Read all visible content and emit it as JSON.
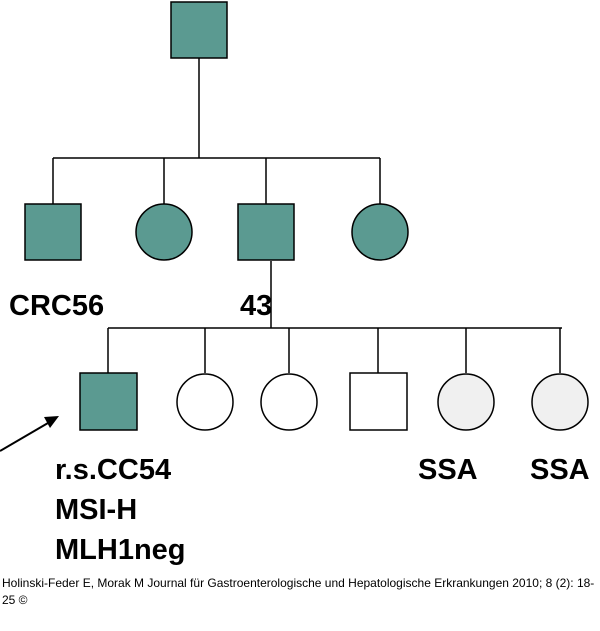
{
  "colors": {
    "affected": "#5b9a91",
    "unaffected": "#ffffff",
    "serrated_adenoma": "#f0f0f0",
    "line": "#000000"
  },
  "generations": {
    "g1": [
      {
        "id": "grandfather",
        "sex": "male",
        "status": "affected"
      }
    ],
    "g2": [
      {
        "id": "uncle",
        "sex": "male",
        "status": "affected"
      },
      {
        "id": "aunt-1",
        "sex": "female",
        "status": "affected"
      },
      {
        "id": "father",
        "sex": "male",
        "status": "affected"
      },
      {
        "id": "aunt-2",
        "sex": "female",
        "status": "affected"
      }
    ],
    "g3": [
      {
        "id": "proband",
        "sex": "male",
        "status": "affected"
      },
      {
        "id": "sister-1",
        "sex": "female",
        "status": "unaffected"
      },
      {
        "id": "sister-2",
        "sex": "female",
        "status": "unaffected"
      },
      {
        "id": "brother",
        "sex": "male",
        "status": "unaffected"
      },
      {
        "id": "sister-3",
        "sex": "female",
        "status": "serrated_adenoma"
      },
      {
        "id": "sister-4",
        "sex": "female",
        "status": "serrated_adenoma"
      }
    ]
  },
  "labels": {
    "uncle": "CRC56",
    "father": "43",
    "proband_line1": "r.s.CC54",
    "proband_line2": "MSI-H",
    "proband_line3": "MLH1neg",
    "sister3": "SSA",
    "sister4": "SSA"
  },
  "citation": "Holinski-Feder E, Morak M Journal für Gastroenterologische und Hepatologische Erkrankungen 2010; 8 (2): 18-25 ©"
}
